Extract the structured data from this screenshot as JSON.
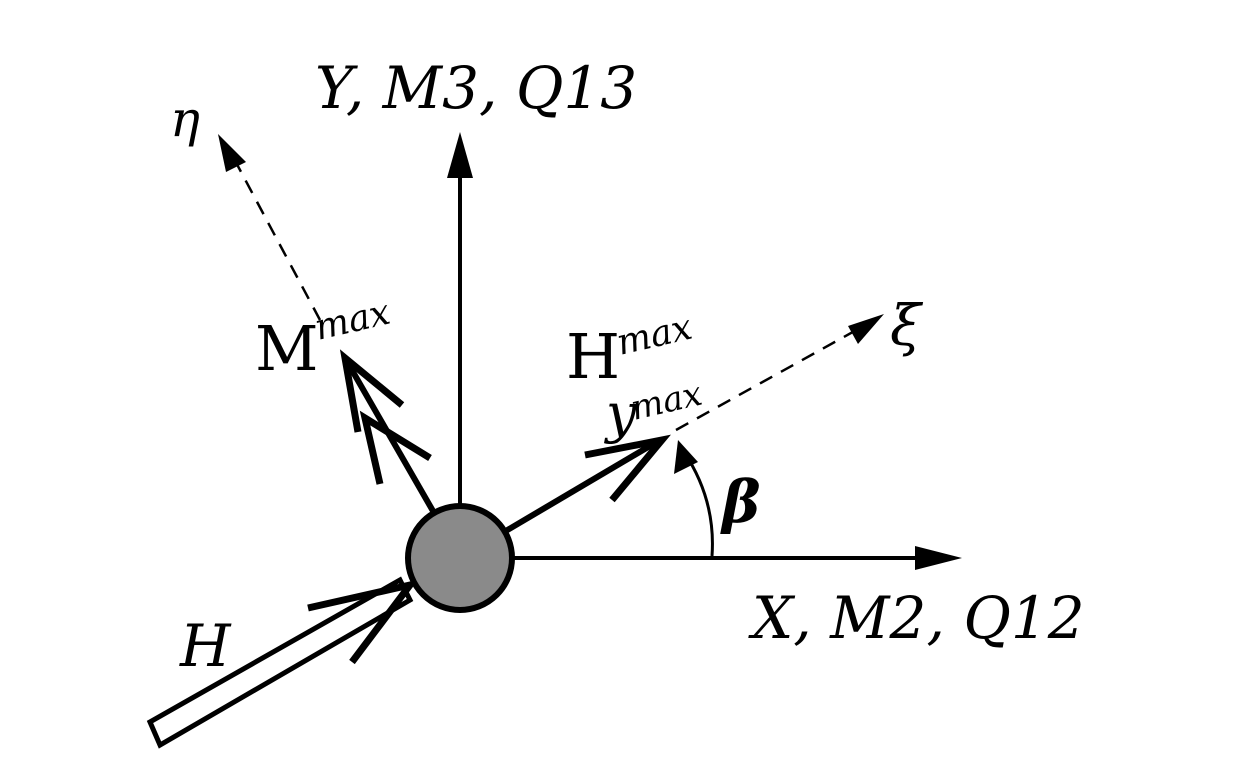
{
  "axes": {
    "y_label": "Y, M3, Q13",
    "x_label": "X, M2, Q12",
    "eta_label": "η",
    "xi_label": "ξ"
  },
  "vectors": {
    "m_max": {
      "base": "M",
      "sub": "max"
    },
    "h_max": {
      "base": "H",
      "sub": "max"
    },
    "y_max": {
      "base": "y",
      "sub": "max"
    },
    "h_input": "H"
  },
  "angle_label": "β",
  "colors": {
    "stroke": "#000000",
    "node_fill": "#8a8a8a",
    "background": "#ffffff"
  }
}
